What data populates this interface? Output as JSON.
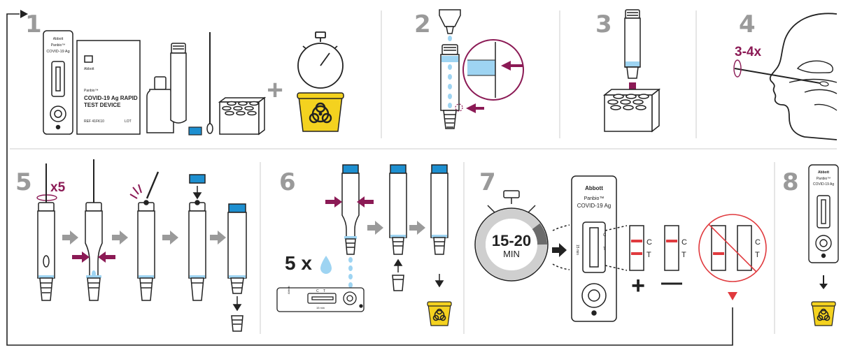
{
  "steps": {
    "s1": "1",
    "s2": "2",
    "s3": "3",
    "s4": "4",
    "s5": "5",
    "s6": "6",
    "s7": "7",
    "s8": "8"
  },
  "annotations": {
    "plus": "+",
    "rotations_nose": "3-4x",
    "rotations_tube": "x5",
    "drops": "5 x",
    "timer_value": "15-20",
    "timer_unit": "MIN",
    "result_positive_sign": "+",
    "result_negative_sign": "—"
  },
  "device": {
    "brand": "Abbott",
    "product_line": "Panbio™",
    "product_name": "COVID-19 Ag",
    "window_c": "C",
    "window_t": "T",
    "time_mark": "15 min"
  },
  "box": {
    "brand": "Abbott",
    "title_line1": "Panbio™",
    "title_line2": "COVID-19 Ag RAPID",
    "title_line3": "TEST DEVICE",
    "ref": "REF 41FK10",
    "lot": "LOT"
  },
  "results": {
    "c_label": "C",
    "t_label": "T"
  },
  "colors": {
    "accent": "#8b1a55",
    "stroke": "#222222",
    "gray_number": "#9a9a9a",
    "gray_arrow": "#9a9a9a",
    "cap_blue": "#1d8fd0",
    "liquid_blue": "#9ed4f2",
    "hazard_yellow": "#f4d21f",
    "result_red": "#e03a3e",
    "divider": "#cccccc"
  }
}
